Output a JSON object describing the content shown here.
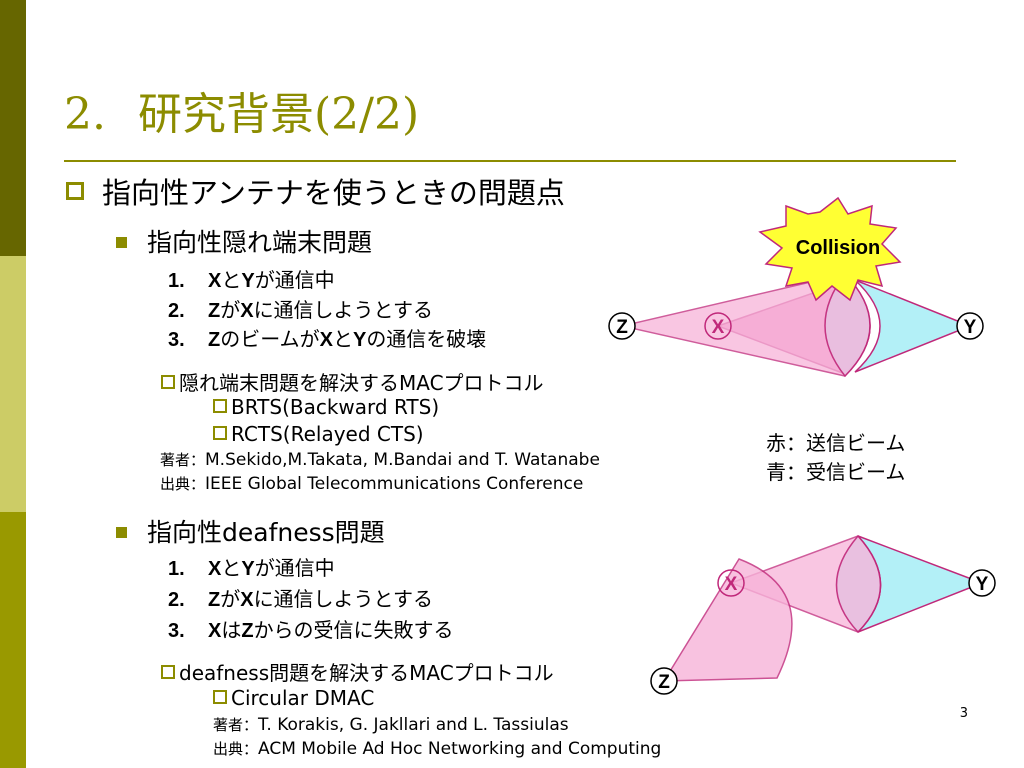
{
  "slide": {
    "title_num": "2.",
    "title_text": "研究背景",
    "title_suffix": "(2/2)",
    "page_number": "3"
  },
  "main_point": "指向性アンテナを使うときの問題点",
  "section1": {
    "heading": "指向性隠れ端末問題",
    "items": [
      {
        "num": "1.",
        "a": "X",
        "b": "と",
        "c": "Y",
        "d": "が通信中"
      },
      {
        "num": "2.",
        "a": "Z",
        "b": "が",
        "c": "X",
        "d": "に通信しようとする"
      },
      {
        "num": "3.",
        "a": "Z",
        "b": "のビームが",
        "c": "X",
        "d": "と",
        "e": "Y",
        "f": "の通信を破壊"
      }
    ],
    "protocol": "隠れ端末問題を解決するMACプロトコル",
    "sub": [
      "BRTS(Backward  RTS)",
      "RCTS(Relayed  CTS)"
    ],
    "author_label": "著者：",
    "authors": "M.Sekido,M.Takata, M.Bandai and T. Watanabe",
    "source_label": "出典：",
    "source": "IEEE Global Telecommunications Conference"
  },
  "section2": {
    "heading": "指向性deafness問題",
    "items": [
      {
        "num": "1.",
        "a": "X",
        "b": "と",
        "c": "Y",
        "d": "が通信中"
      },
      {
        "num": "2.",
        "a": "Z",
        "b": "が",
        "c": "X",
        "d": "に通信しようとする"
      },
      {
        "num": "3.",
        "a": "X",
        "b": "は",
        "c": "Z",
        "d": "からの受信に失敗する"
      }
    ],
    "protocol": "deafness問題を解決するMACプロトコル",
    "sub": [
      "Circular DMAC"
    ],
    "author_label": "著者：",
    "authors": "T. Korakis, G. Jakllari and L. Tassiulas",
    "source_label": "出典：",
    "source": "ACM Mobile Ad Hoc Networking and Computing"
  },
  "legend": {
    "red": "赤：送信ビーム",
    "blue": "青：受信ビーム"
  },
  "diagram1": {
    "collision": "Collision",
    "z": "Z",
    "x": "X",
    "y": "Y"
  },
  "diagram2": {
    "x": "X",
    "y": "Y",
    "z": "Z"
  },
  "colors": {
    "olive": "#8c8c00",
    "bar_dark": "#666600",
    "bar_light": "#cccc66",
    "tx_beam": "#f7b3d9",
    "rx_beam": "#b3f0f7",
    "collision": "#ffff33"
  }
}
